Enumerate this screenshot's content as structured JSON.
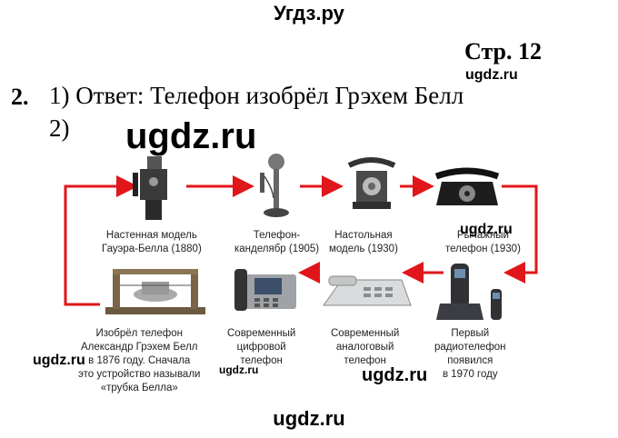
{
  "site_top": "Угдз.ру",
  "page_number": "Стр. 12",
  "watermark": "ugdz.ru",
  "task_number": "2.",
  "answer_line": "1) Ответ: Телефон изобрёл Грэхем Белл",
  "sub_item": "2)",
  "captions": {
    "wall": [
      "Настенная модель",
      "Гауэра-Белла (1880)"
    ],
    "candlestick": [
      "Телефон-",
      "канделябр (1905)"
    ],
    "desk": [
      "Настольная",
      "модель (1930)"
    ],
    "lever": [
      "Рычажный",
      "телефон (1930)"
    ],
    "bell": [
      "Изобрёл телефон",
      "Александр Грэхем Белл",
      "в 1876 году. Сначала",
      "это устройство называли",
      "«трубка Белла»"
    ],
    "digital": [
      "Современный",
      "цифровой",
      "телефон"
    ],
    "analog": [
      "Современный",
      "аналоговый",
      "телефон"
    ],
    "radio": [
      "Первый",
      "радиотелефон",
      "появился",
      "в 1970 году"
    ]
  },
  "colors": {
    "arrow": "#e0161b"
  }
}
